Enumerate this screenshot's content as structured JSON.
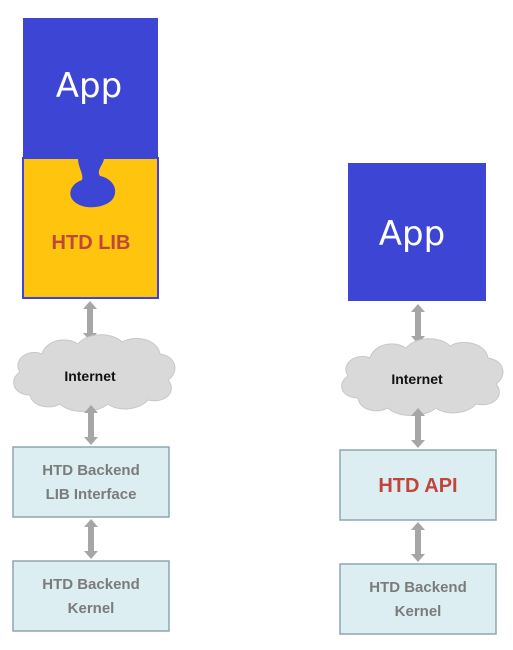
{
  "left": {
    "app": {
      "label": "App"
    },
    "lib": {
      "label": "HTD LIB"
    },
    "cloud": {
      "label": "Internet"
    },
    "interface_box": {
      "line1": "HTD Backend",
      "line2": "LIB Interface"
    },
    "kernel_box": {
      "line1": "HTD Backend",
      "line2": "Kernel"
    }
  },
  "right": {
    "app": {
      "label": "App"
    },
    "cloud": {
      "label": "Internet"
    },
    "api_box": {
      "label": "HTD API"
    },
    "kernel_box": {
      "line1": "HTD Backend",
      "line2": "Kernel"
    }
  },
  "colors": {
    "app_blue": "#3d45d4",
    "lib_yellow": "#fec40e",
    "lib_text_red": "#c0463a",
    "api_text_red": "#c0463a",
    "box_fill": "#ddeef3",
    "box_border": "#8fa7ae",
    "box_text_gray": "#7b7b7b",
    "cloud_fill": "#d9d9d9",
    "arrow_gray": "#a6a6a6"
  }
}
